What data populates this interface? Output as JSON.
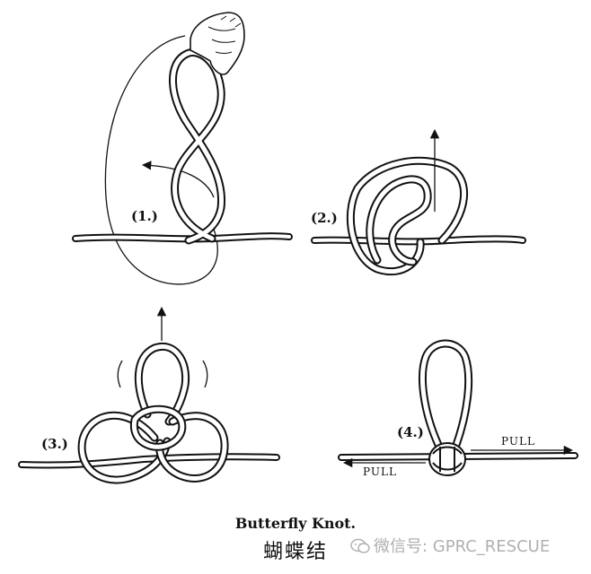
{
  "steps": [
    {
      "label": "(1.)"
    },
    {
      "label": "(2.)"
    },
    {
      "label": "(3.)"
    },
    {
      "label": "(4.)"
    }
  ],
  "pull_left": "PULL",
  "pull_right": "PULL",
  "title": "Butterfly Knot.",
  "subtitle": "蝴蝶结",
  "watermark": "微信号: GPRC_RESCUE",
  "colors": {
    "ink": "#111111",
    "rope_fill": "#ffffff",
    "watermark": "#b0b0b0"
  }
}
